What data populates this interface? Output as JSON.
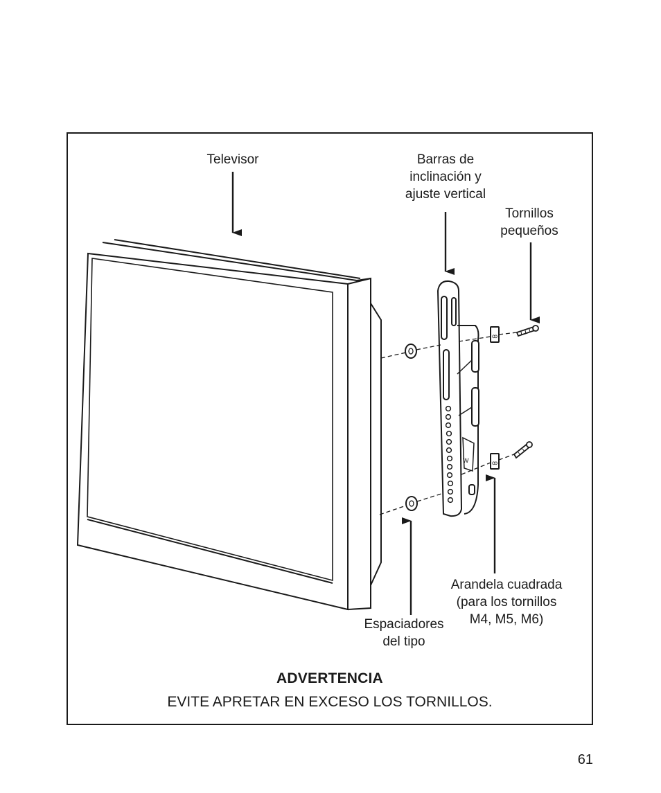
{
  "labels": {
    "tv": "Televisor",
    "bars": "Barras de\ninclinación y\najuste vertical",
    "small_screws": "Tornillos\npequeños",
    "spacers": "Espaciadores\ndel tipo",
    "washer": "Arandela cuadrada\n(para los tornillos\nM4, M5, M6)"
  },
  "warning": {
    "title": "ADVERTENCIA",
    "text": "EVITE APRETAR EN EXCESO LOS TORNILLOS."
  },
  "page_number": "61"
}
